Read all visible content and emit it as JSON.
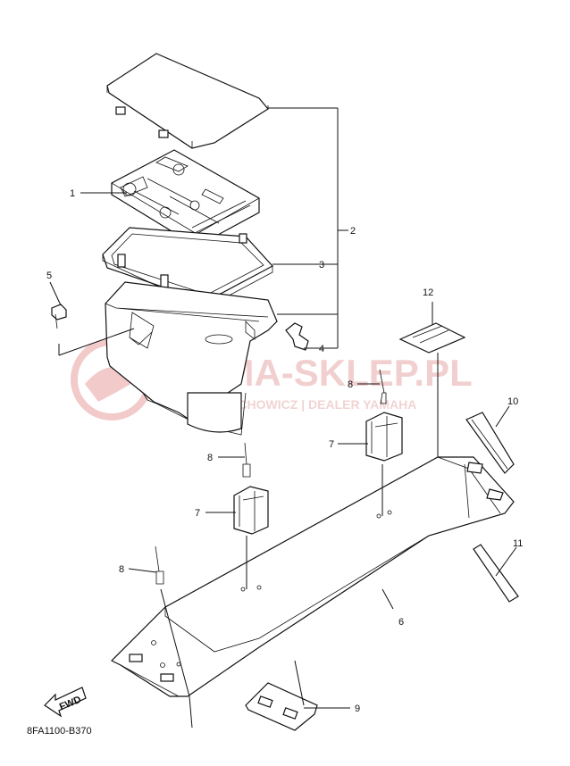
{
  "diagram_code": "8FA1100-B370",
  "fwd_label": "FWD",
  "watermark": {
    "brand": "YAMA-SKLEP.PL",
    "subtitle": "WOJ. LIECHOWICZ | DEALER YAMAHA",
    "color": "#e8a0a0"
  },
  "callouts": {
    "c1": "1",
    "c2": "2",
    "c3": "3",
    "c4": "4",
    "c5": "5",
    "c6": "6",
    "c7a": "7",
    "c7b": "7",
    "c8a": "8",
    "c8b": "8",
    "c8c": "8",
    "c9": "9",
    "c10": "10",
    "c11": "11",
    "c12": "12"
  }
}
